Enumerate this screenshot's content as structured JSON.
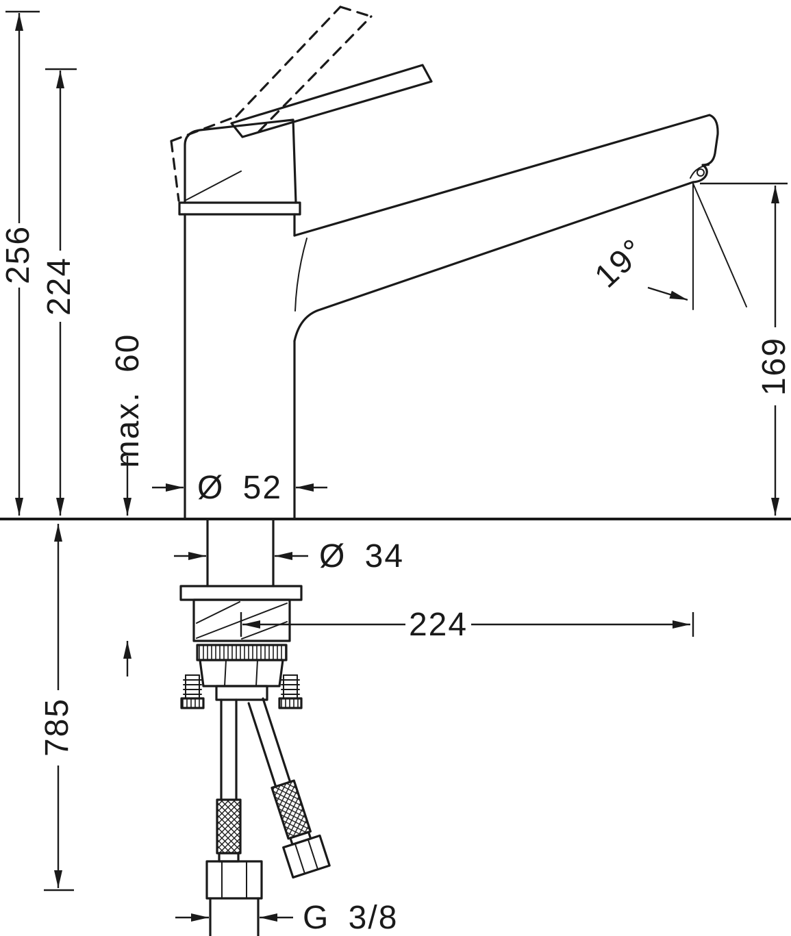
{
  "drawing": {
    "labels": {
      "height_total": "256",
      "height_to_handle": "224",
      "max_mounting": "max. 60",
      "dia_body": "Ø 52",
      "dia_shank": "Ø 34",
      "spout_reach": "224",
      "spout_angle": "19°",
      "outlet_height": "169",
      "hose_length": "785",
      "thread": "G 3/8"
    },
    "colors": {
      "line": "#1a1a1a",
      "background": "#ffffff"
    }
  }
}
